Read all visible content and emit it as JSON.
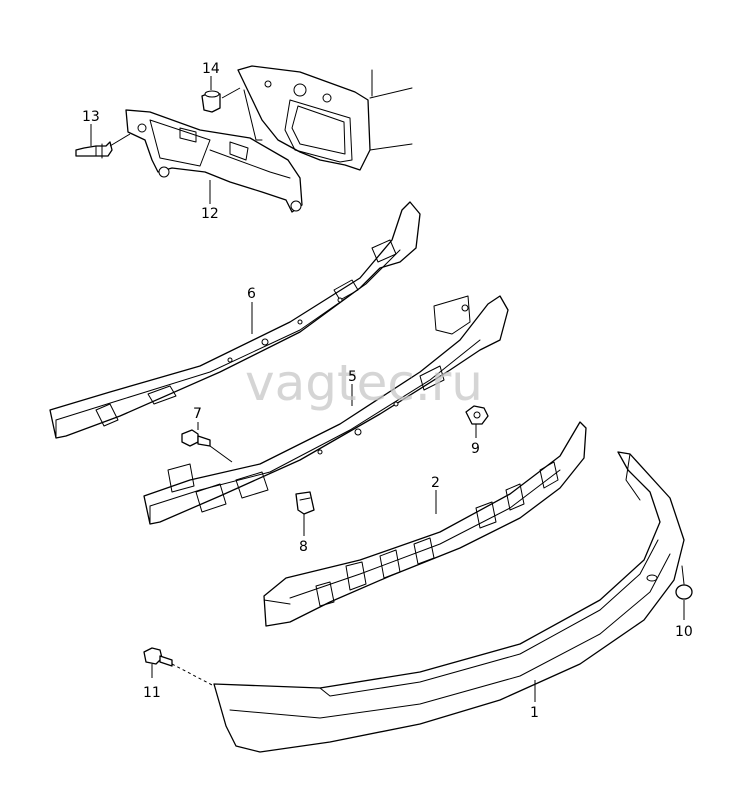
{
  "watermark": "vagtec.ru",
  "callouts": {
    "p1": "1",
    "p2": "2",
    "p5": "5",
    "p6": "6",
    "p7": "7",
    "p8": "8",
    "p9": "9",
    "p10": "10",
    "p11": "11",
    "p12": "12",
    "p13": "13",
    "p14": "14"
  }
}
